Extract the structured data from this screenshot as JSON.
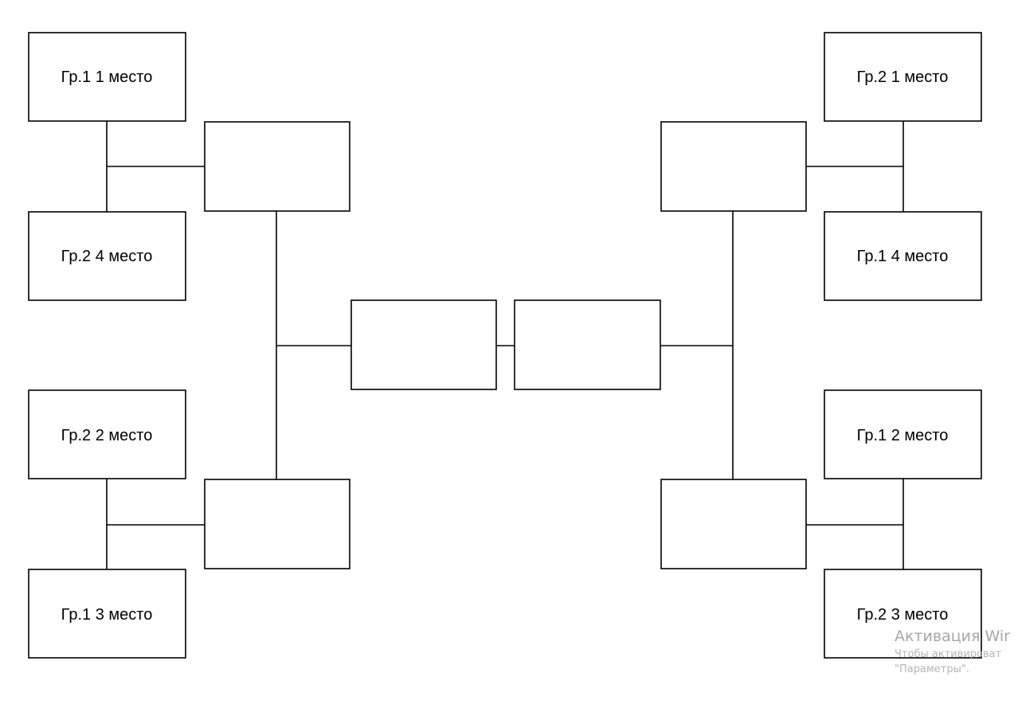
{
  "bracket": {
    "left": {
      "seed_a": "Гр.1 1 место",
      "seed_b": "Гр.2 4 место",
      "seed_c": "Гр.2 2 место",
      "seed_d": "Гр.1 3 место"
    },
    "right": {
      "seed_a": "Гр.2 1 место",
      "seed_b": "Гр.1 4 место",
      "seed_c": "Гр.1 2 место",
      "seed_d": "Гр.2 3 место"
    }
  },
  "watermark": {
    "title": "Активация Wir",
    "line1": "Чтобы активироват",
    "line2": "\"Параметры\"."
  }
}
